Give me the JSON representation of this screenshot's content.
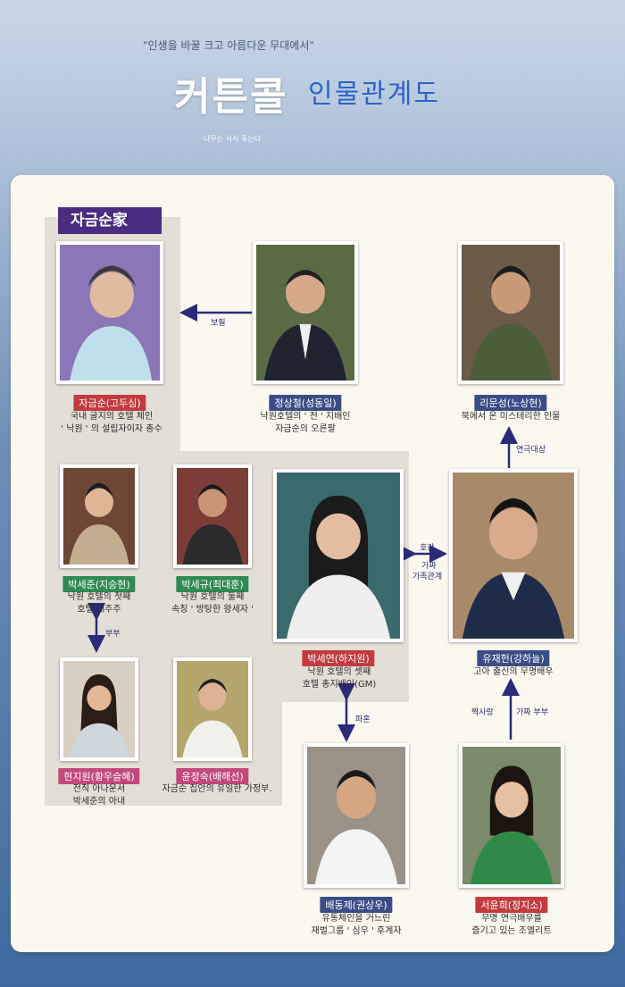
{
  "header": {
    "tagline": "\"인생을 바꿀 크고 아름다운 무대에서\"",
    "logo": "커튼콜",
    "logo_sub": "나무는 서서 죽는다",
    "title": "인물관계도"
  },
  "family_tab": "자금순家",
  "people": {
    "ja_geumsun": {
      "name": "자금순(고두심)",
      "desc1": "국내 굴지의 호텔 체인",
      "desc2": "' 낙원 ' 의 설립자이자 총수"
    },
    "jeong_sangcheol": {
      "name": "정상철(성동일)",
      "desc1": "낙원호텔의 ' 전 ' 지배인",
      "desc2": "자금순의 오른팔"
    },
    "ri_munseong": {
      "name": "리문성(노상현)",
      "desc1": "북에서 온 미스테리한 인물",
      "desc2": ""
    },
    "park_sejun": {
      "name": "박세준(지승현)",
      "desc1": "낙원 호텔의 첫째",
      "desc2": "호텔 대주주"
    },
    "park_segyu": {
      "name": "박세규(최대훈)",
      "desc1": "낙원 호텔의 둘째",
      "desc2": "속칭 ' 방탕한 왕세자 '"
    },
    "park_seyeon": {
      "name": "박세연(하지원)",
      "desc1": "낙원 호텔의 셋째",
      "desc2": "호텔 총지배인(GM)"
    },
    "yoo_jaeheon": {
      "name": "유재헌(강하늘)",
      "desc1": "고아 출신의 무명배우",
      "desc2": ""
    },
    "hyeon_jiwon": {
      "name": "현지원(황우슬혜)",
      "desc1": "전직 아나운서",
      "desc2": "박세준의 아내"
    },
    "yoon_jeongsuk": {
      "name": "윤정숙(배해선)",
      "desc1": "자금순 집안의 유일한 가정부.",
      "desc2": ""
    },
    "bae_dongje": {
      "name": "배동제(권상우)",
      "desc1": "유통체인을 거느린",
      "desc2": "재벌그룹 ' 심우 ' 후계자"
    },
    "seo_yoonhee": {
      "name": "서윤희(정지소)",
      "desc1": "무명 연극배우를",
      "desc2": "즐기고 있는 조엘리트"
    }
  },
  "relations": {
    "bopil": "보필",
    "yeongeuk": "연극대상",
    "hogam": "호감",
    "fake_family": "가짜",
    "fake_family2": "가족관계",
    "bubu": "부부",
    "pahon": "파혼",
    "jjaksarang": "짝사랑",
    "fake_couple": "가짜 부부"
  },
  "colors": {
    "accent_purple": "#4a2c80",
    "label_red": "#c23b3f",
    "label_green": "#2f8a53",
    "label_pink": "#c2497c",
    "label_navy": "#3b4d86",
    "arrow": "#2b2b7a"
  }
}
